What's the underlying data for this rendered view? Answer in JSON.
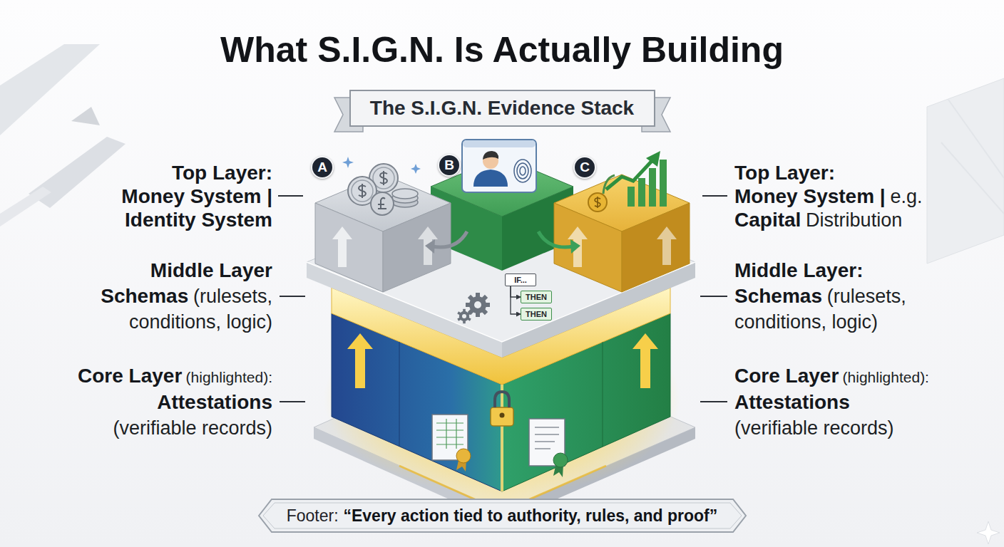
{
  "diagram": {
    "title": "What S.I.G.N. Is Actually Building",
    "nodes": [
      {
        "text": [
          "The S.I.G.N. Evidence Stack"
        ]
      },
      {
        "text": [
          "A"
        ]
      },
      {
        "text": [
          "B"
        ]
      },
      {
        "text": [
          "C"
        ]
      },
      {
        "text": [
          "IF..."
        ]
      },
      {
        "text": [
          "THEN"
        ]
      },
      {
        "text": [
          "THEN"
        ]
      },
      {
        "text": [
          "Footer:",
          "“Every action tied to authority, rules, and proof”"
        ]
      }
    ],
    "edges": [
      {
        "from": 4,
        "to": 5,
        "arrow": "to"
      },
      {
        "from": 4,
        "to": 6,
        "arrow": "to"
      }
    ],
    "labels": [
      "Top Layer:",
      "Money System |",
      "Identity System",
      "Middle Layer",
      "Schemas",
      "(rulesets,",
      "conditions, logic)",
      "Core Layer",
      "(highlighted):",
      "Attestations",
      "(verifiable records)",
      "Top Layer:",
      "Money System |",
      "e.g.",
      "Capital",
      "Distribution",
      "Middle Layer:",
      "Schemas",
      "(rulesets,",
      "conditions, logic)",
      "Core Layer",
      "(highlighted):",
      "Attestations",
      "(verifiable records)"
    ]
  }
}
